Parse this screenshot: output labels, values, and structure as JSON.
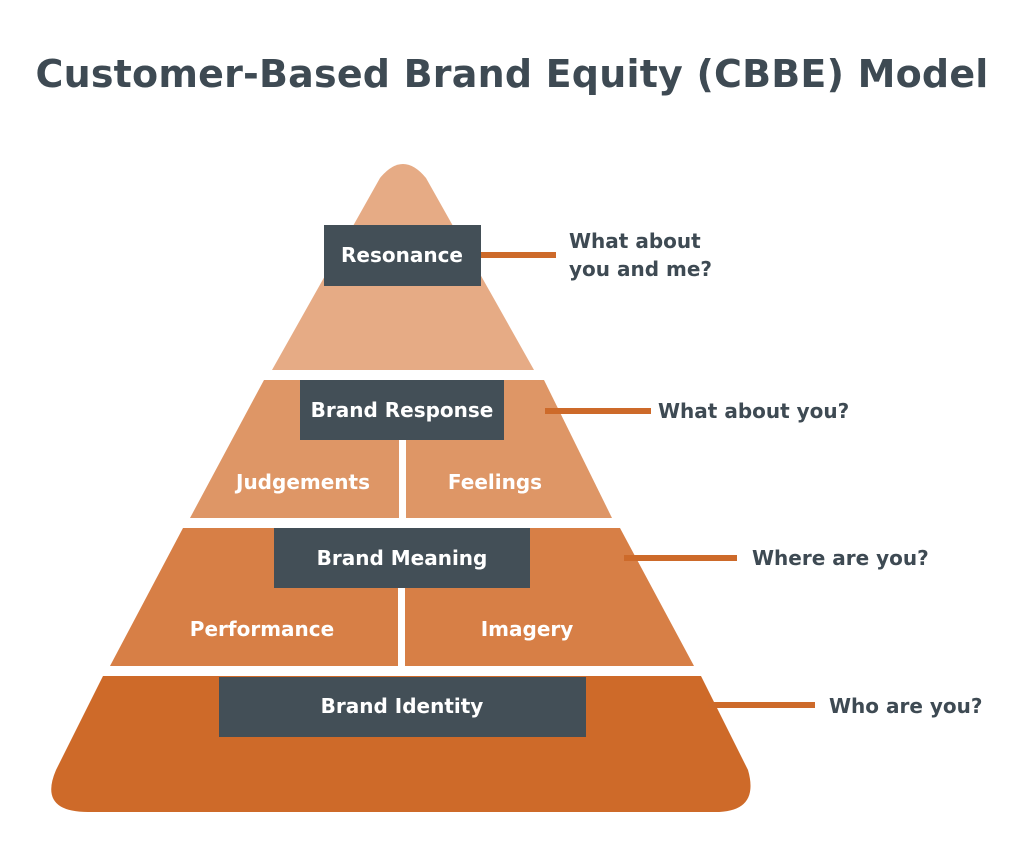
{
  "title": "Customer-Based Brand Equity (CBBE) Model",
  "colors": {
    "tier1": "#e6ab85",
    "tier2": "#de9666",
    "tier3": "#d77f46",
    "tier4": "#ce6a29",
    "box": "#434f57",
    "connector": "#cd6a2a",
    "text_dark": "#3e4a53"
  },
  "levels": [
    {
      "box": "Resonance",
      "question_lines": [
        "What about",
        "you and me?"
      ],
      "blocks": []
    },
    {
      "box": "Brand Response",
      "question_lines": [
        "What about you?"
      ],
      "blocks": [
        "Judgements",
        "Feelings"
      ]
    },
    {
      "box": "Brand Meaning",
      "question_lines": [
        "Where are you?"
      ],
      "blocks": [
        "Performance",
        "Imagery"
      ]
    },
    {
      "box": "Brand Identity",
      "question_lines": [
        "Who are you?"
      ],
      "blocks": []
    }
  ]
}
